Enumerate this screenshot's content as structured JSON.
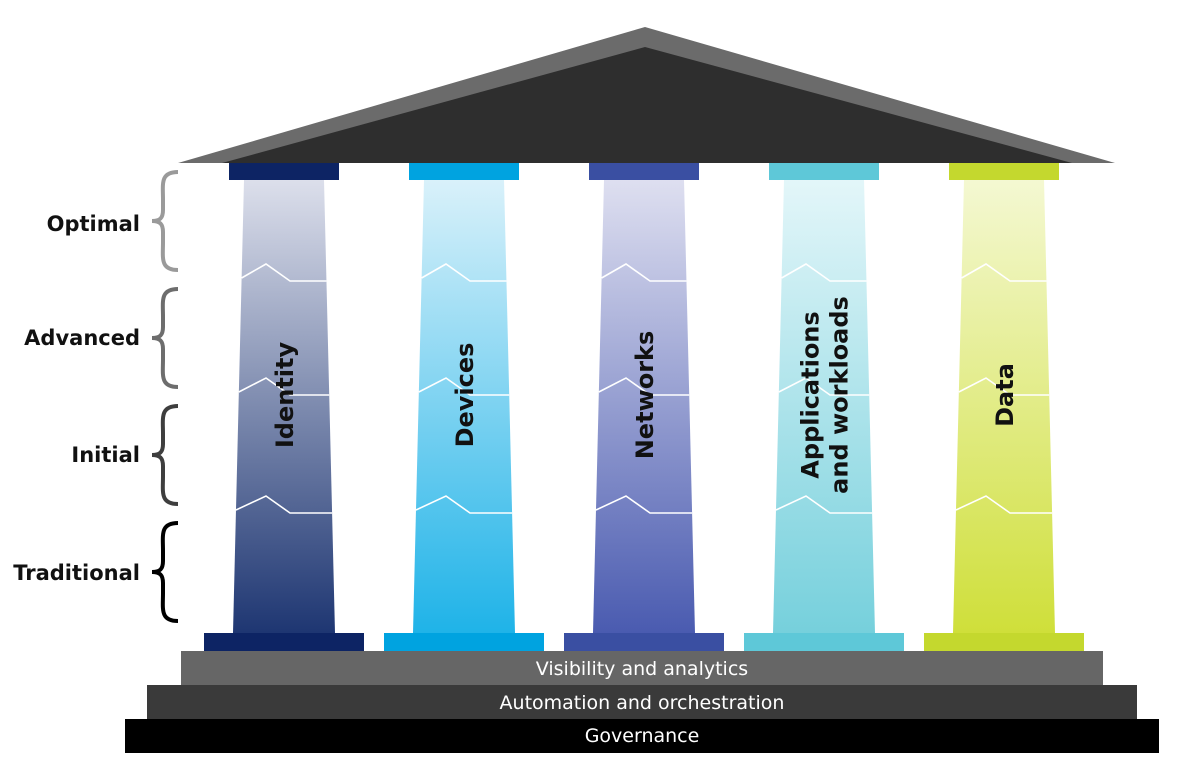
{
  "stages": [
    "Optimal",
    "Advanced",
    "Initial",
    "Traditional"
  ],
  "pillars": [
    {
      "lines": [
        "Identity"
      ],
      "cap_color": "#0d2464",
      "top_color": "#dcdfeb",
      "bottom_color": "#1e3672",
      "base_color": "#0d2464"
    },
    {
      "lines": [
        "Devices"
      ],
      "cap_color": "#00a3e0",
      "top_color": "#d9f1fa",
      "bottom_color": "#1fb3e8",
      "base_color": "#00a3e0"
    },
    {
      "lines": [
        "Networks"
      ],
      "cap_color": "#3a4fa2",
      "top_color": "#dedff0",
      "bottom_color": "#4a5bb0",
      "base_color": "#3a4fa2"
    },
    {
      "lines": [
        "Applications",
        "and workloads"
      ],
      "cap_color": "#5ec8d8",
      "top_color": "#e3f6f9",
      "bottom_color": "#76d0dc",
      "base_color": "#5ec8d8"
    },
    {
      "lines": [
        "Data"
      ],
      "cap_color": "#c4d82e",
      "top_color": "#f4f8d2",
      "bottom_color": "#cfdf3a",
      "base_color": "#c4d82e"
    }
  ],
  "foundation": [
    {
      "label": "Visibility and analytics",
      "color": "#666666"
    },
    {
      "label": "Automation and orchestration",
      "color": "#3a3a3a"
    },
    {
      "label": "Governance",
      "color": "#000000"
    }
  ],
  "roof_color": "#2e2e2e",
  "brace_colors": [
    "#9a9a9a",
    "#6d6d6d",
    "#3e3e3e",
    "#000000"
  ]
}
